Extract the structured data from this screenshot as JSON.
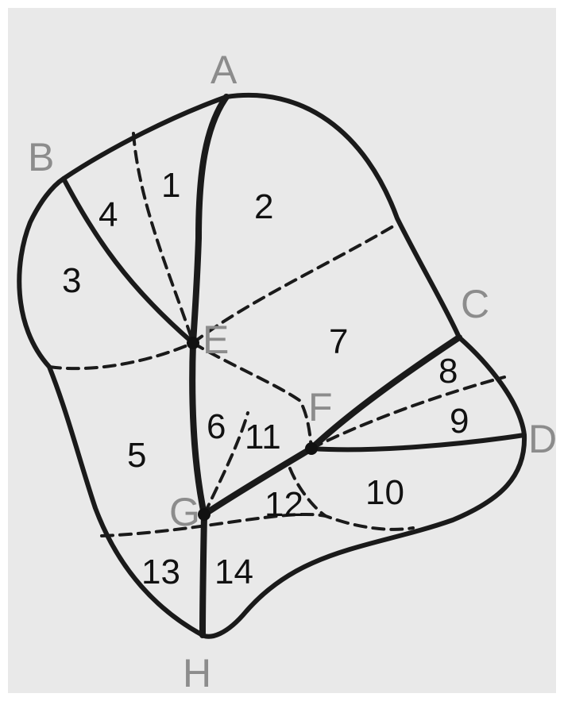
{
  "diagram": {
    "vertices": [
      {
        "id": "A",
        "label": "A"
      },
      {
        "id": "B",
        "label": "B"
      },
      {
        "id": "C",
        "label": "C"
      },
      {
        "id": "D",
        "label": "D"
      },
      {
        "id": "E",
        "label": "E"
      },
      {
        "id": "F",
        "label": "F"
      },
      {
        "id": "G",
        "label": "G"
      },
      {
        "id": "H",
        "label": "H"
      }
    ],
    "regions": [
      {
        "id": "r1",
        "label": "1"
      },
      {
        "id": "r2",
        "label": "2"
      },
      {
        "id": "r3",
        "label": "3"
      },
      {
        "id": "r4",
        "label": "4"
      },
      {
        "id": "r5",
        "label": "5"
      },
      {
        "id": "r6",
        "label": "6"
      },
      {
        "id": "r7",
        "label": "7"
      },
      {
        "id": "r8",
        "label": "8"
      },
      {
        "id": "r9",
        "label": "9"
      },
      {
        "id": "r10",
        "label": "10"
      },
      {
        "id": "r11",
        "label": "11"
      },
      {
        "id": "r12",
        "label": "12"
      },
      {
        "id": "r13",
        "label": "13"
      },
      {
        "id": "r14",
        "label": "14"
      }
    ],
    "colors": {
      "background": "#e9e9e9",
      "line": "#1a1a1a",
      "vertex_label": "#8c8c8c",
      "region_label": "#111111"
    }
  }
}
